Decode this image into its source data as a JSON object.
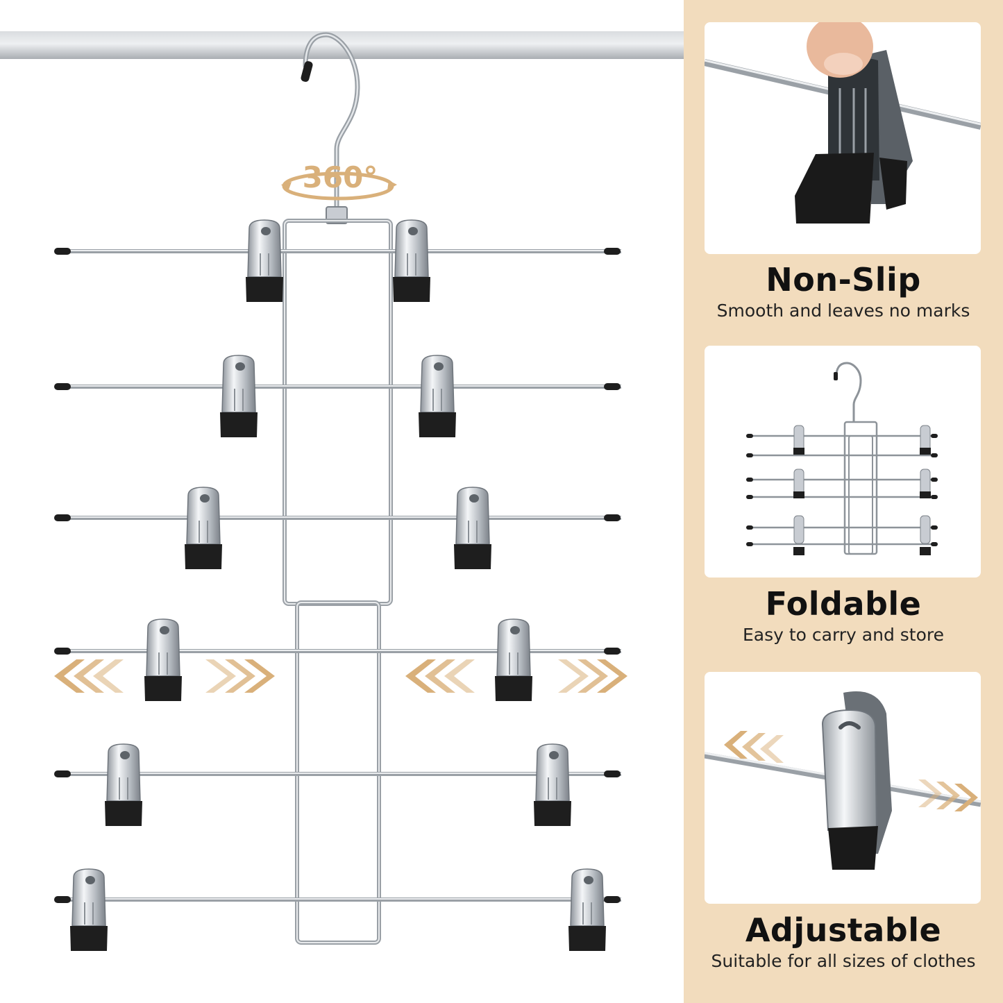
{
  "hero": {
    "rotation_label": "360°"
  },
  "features": [
    {
      "title": "Non-Slip",
      "subtitle": "Smooth and leaves no marks",
      "icon": "clip-closeup-icon"
    },
    {
      "title": "Foldable",
      "subtitle": "Easy to carry and store",
      "icon": "folded-hanger-icon"
    },
    {
      "title": "Adjustable",
      "subtitle": "Suitable for all sizes of clothes",
      "icon": "sliding-clip-icon"
    }
  ],
  "colors": {
    "panel_background": "#f2dcbd",
    "arrow_accent": "#d9b07a",
    "chrome": "#c8ccd2",
    "rubber": "#1e1e1e"
  }
}
